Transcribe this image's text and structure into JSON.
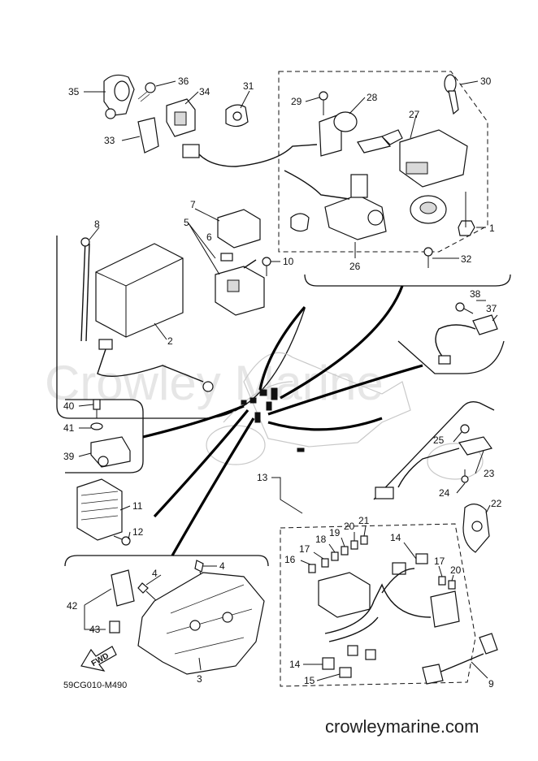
{
  "watermark": "Crowley Marine",
  "drawing_number": "59CG010-M490",
  "website": "crowleymarine.com",
  "fwd_label": "FWD",
  "callouts": [
    {
      "id": "35",
      "text": "35"
    },
    {
      "id": "36",
      "text": "36"
    },
    {
      "id": "34",
      "text": "34"
    },
    {
      "id": "31",
      "text": "31"
    },
    {
      "id": "33",
      "text": "33"
    },
    {
      "id": "29",
      "text": "29"
    },
    {
      "id": "28",
      "text": "28"
    },
    {
      "id": "27",
      "text": "27"
    },
    {
      "id": "30",
      "text": "30"
    },
    {
      "id": "1",
      "text": "1"
    },
    {
      "id": "26",
      "text": "26"
    },
    {
      "id": "32",
      "text": "32"
    },
    {
      "id": "8",
      "text": "8"
    },
    {
      "id": "7",
      "text": "7"
    },
    {
      "id": "5",
      "text": "5"
    },
    {
      "id": "6",
      "text": "6"
    },
    {
      "id": "10",
      "text": "10"
    },
    {
      "id": "2",
      "text": "2"
    },
    {
      "id": "38",
      "text": "38"
    },
    {
      "id": "37",
      "text": "37"
    },
    {
      "id": "40",
      "text": "40"
    },
    {
      "id": "41",
      "text": "41"
    },
    {
      "id": "39",
      "text": "39"
    },
    {
      "id": "25",
      "text": "25"
    },
    {
      "id": "13",
      "text": "13"
    },
    {
      "id": "23",
      "text": "23"
    },
    {
      "id": "24",
      "text": "24"
    },
    {
      "id": "11",
      "text": "11"
    },
    {
      "id": "12",
      "text": "12"
    },
    {
      "id": "22",
      "text": "22"
    },
    {
      "id": "21",
      "text": "21"
    },
    {
      "id": "20a",
      "text": "20"
    },
    {
      "id": "19",
      "text": "19"
    },
    {
      "id": "18",
      "text": "18"
    },
    {
      "id": "17a",
      "text": "17"
    },
    {
      "id": "16",
      "text": "16"
    },
    {
      "id": "14a",
      "text": "14"
    },
    {
      "id": "17b",
      "text": "17"
    },
    {
      "id": "20b",
      "text": "20"
    },
    {
      "id": "4a",
      "text": "4"
    },
    {
      "id": "4b",
      "text": "4"
    },
    {
      "id": "42",
      "text": "42"
    },
    {
      "id": "43",
      "text": "43"
    },
    {
      "id": "3",
      "text": "3"
    },
    {
      "id": "14b",
      "text": "14"
    },
    {
      "id": "15",
      "text": "15"
    },
    {
      "id": "9",
      "text": "9"
    }
  ]
}
